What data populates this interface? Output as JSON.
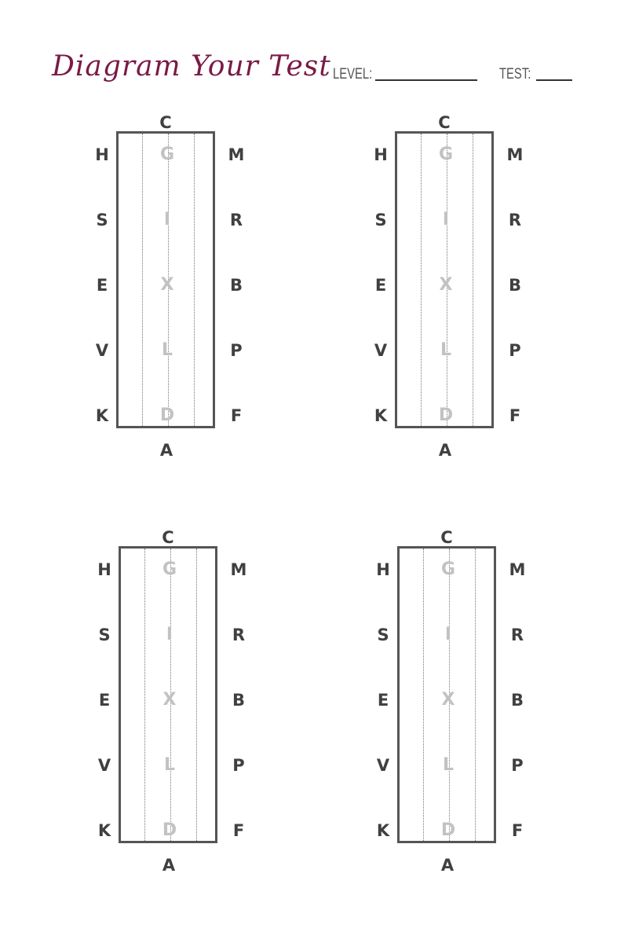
{
  "header": {
    "title": "Diagram Your Test",
    "level_label": "LEVEL:",
    "test_label": "TEST:"
  },
  "colors": {
    "title": "#7a1a45",
    "outer_letters": "#404040",
    "inner_letters": "#c2c2c2",
    "arena_border": "#555555"
  },
  "arena_letters": {
    "top": "C",
    "bottom": "A",
    "left": [
      "H",
      "S",
      "E",
      "V",
      "K"
    ],
    "right": [
      "M",
      "R",
      "B",
      "P",
      "F"
    ],
    "center": [
      "G",
      "I",
      "X",
      "L",
      "D"
    ]
  },
  "arena_count": 4
}
